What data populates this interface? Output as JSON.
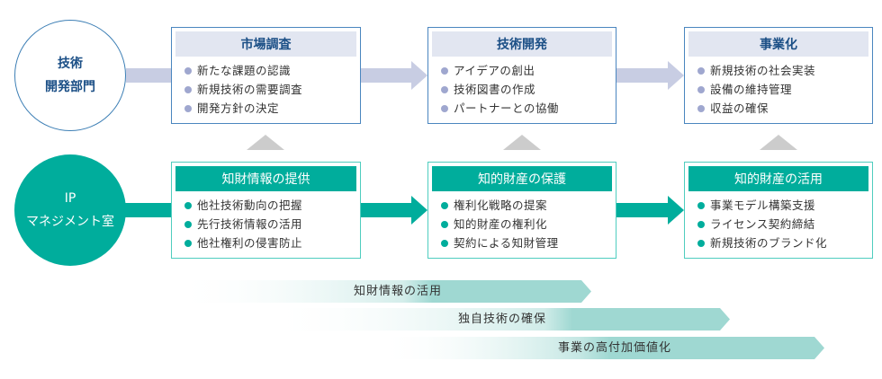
{
  "rows": {
    "development": {
      "circle_lines": [
        "技術",
        "開発部門"
      ],
      "colors": {
        "border": "#3d7fb5",
        "accent": "#c8cde3",
        "header_bg": "#e2e6f1",
        "title": "#1b4f86",
        "bullet": "#9fa7cf"
      },
      "boxes": [
        {
          "title": "市場調査",
          "items": [
            "新たな課題の認識",
            "新規技術の需要調査",
            "開発方針の決定"
          ]
        },
        {
          "title": "技術開発",
          "items": [
            "アイデアの創出",
            "技術図書の作成",
            "パートナーとの協働"
          ]
        },
        {
          "title": "事業化",
          "items": [
            "新規技術の社会実装",
            "設備の維持管理",
            "収益の確保"
          ]
        }
      ]
    },
    "ip": {
      "circle_lines": [
        "IP",
        "マネジメント室"
      ],
      "colors": {
        "fill": "#00ad9c",
        "border": "#4fcdbf",
        "bullet": "#00ad9c"
      },
      "boxes": [
        {
          "title": "知財情報の提供",
          "items": [
            "他社技術動向の把握",
            "先行技術情報の活用",
            "他社権利の侵害防止"
          ]
        },
        {
          "title": "知的財産の保護",
          "items": [
            "権利化戦略の提案",
            "知的財産の権利化",
            "契約による知財管理"
          ]
        },
        {
          "title": "知的財産の活用",
          "items": [
            "事業モデル構築支援",
            "ライセンス契約締結",
            "新規技術のブランド化"
          ]
        }
      ]
    }
  },
  "outcomes": [
    {
      "label": "知財情報の活用"
    },
    {
      "label": "独自技術の確保"
    },
    {
      "label": "事業の高付加価値化"
    }
  ],
  "outcome_color": "#9fd8d2"
}
